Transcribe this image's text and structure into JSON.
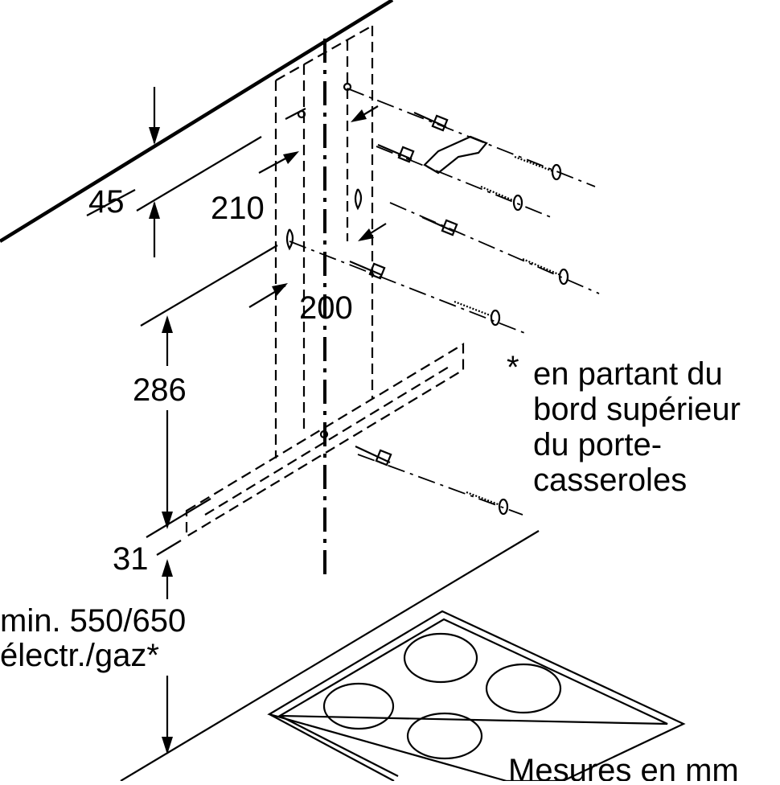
{
  "dimensions": {
    "d45": "45",
    "d210": "210",
    "d200": "200",
    "d286": "286",
    "d31": "31",
    "min_line1": "min. 550/650",
    "min_line2": "électr./gaz*"
  },
  "footnote": {
    "star": "*",
    "line1": "en partant du",
    "line2": "bord supérieur",
    "line3": "du porte-",
    "line4": "casseroles"
  },
  "units_note": "Mesures en mm"
}
